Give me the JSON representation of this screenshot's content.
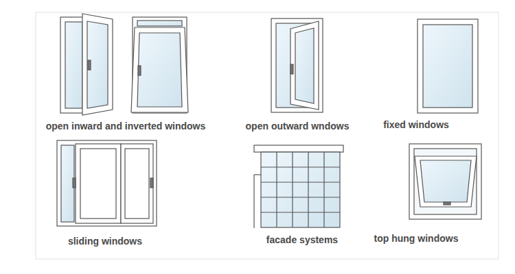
{
  "diagram": {
    "labels": [
      "open inward and inverted windows",
      "open outward wndows",
      "fixed windows",
      "sliding windows",
      "facade systems",
      "top hung windows"
    ]
  }
}
